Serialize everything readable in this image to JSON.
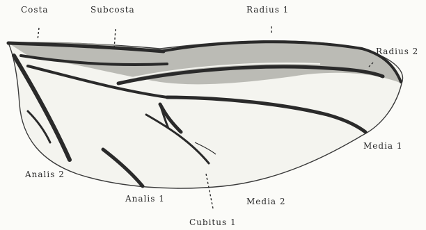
{
  "labels": {
    "costa": "Costa",
    "subcosta": "Subcosta",
    "radius_1": "Radius 1",
    "radius_2": "Radius 2",
    "media_1": "Media 1",
    "media_2": "Media 2",
    "analis_1": "Analis 1",
    "analis_2": "Analis 2",
    "cubitus_1": "Cubitus 1"
  },
  "colors": {
    "vein": "#2a2a2a",
    "membrane": "#f4f4ef",
    "shading": "#9a9a94",
    "label": "#2a2a2a"
  }
}
